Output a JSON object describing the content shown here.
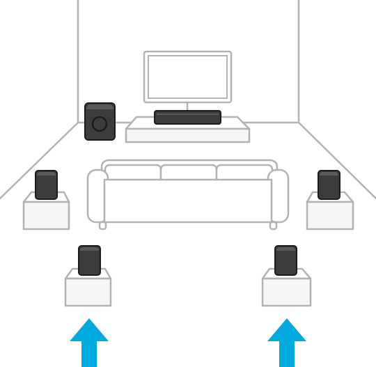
{
  "diagram": {
    "kind": "home-theater speaker placement",
    "components": {
      "tv": "television",
      "soundbar": "soundbar",
      "subwoofer": "subwoofer",
      "sofa": "sofa",
      "front_left_speaker": "speaker",
      "front_right_speaker": "speaker",
      "rear_left_speaker": "speaker",
      "rear_right_speaker": "speaker",
      "rear_left_arrow": "arrow",
      "rear_right_arrow": "arrow"
    },
    "colors": {
      "outline": "#b3b3b3",
      "fill": "#ffffff",
      "box_fill": "#f6f6f6",
      "device": "#3c3c3c",
      "device_top": "#5a5a5a",
      "device_outline": "#1c1c1c",
      "arrow": "#00aadf"
    },
    "icons": [
      "arrow-up-icon"
    ]
  }
}
